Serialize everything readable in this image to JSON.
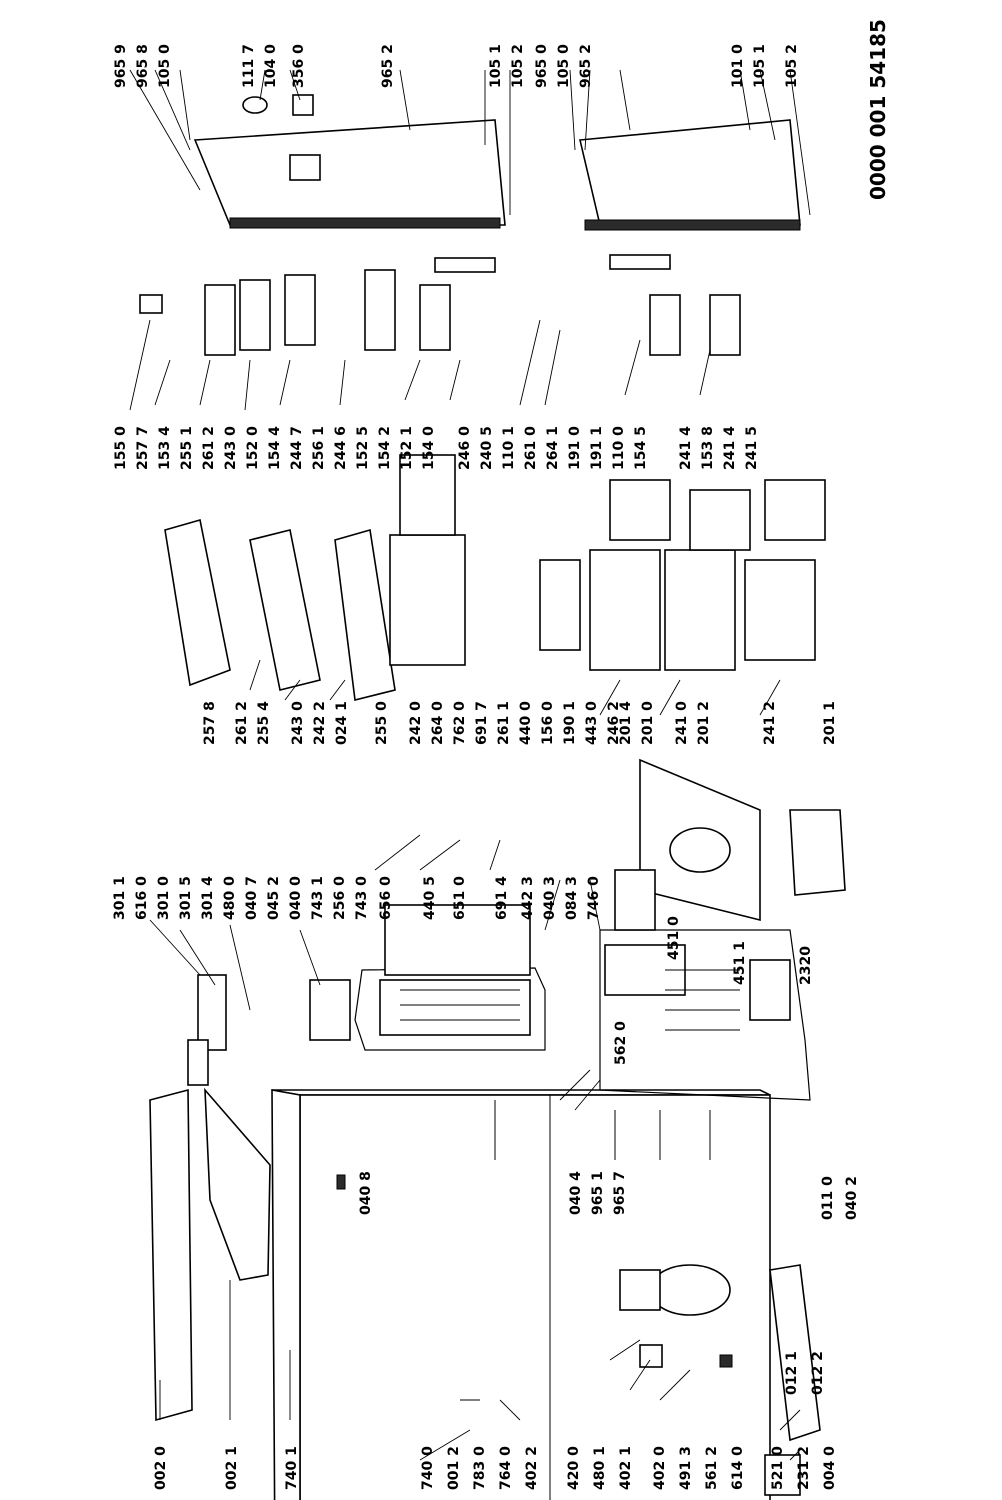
{
  "document_code": "0000 001 54185",
  "labels": {
    "l0020": "002 0",
    "l0021": "002 1",
    "l7401": "740 1",
    "l7400": "740 0",
    "l0012": "001 2",
    "l7830": "783 0",
    "l7640": "764 0",
    "l4022": "402 2",
    "l4200": "420 0",
    "l4801": "480 1",
    "l4021": "402 1",
    "l4020": "402 0",
    "l4913": "491 3",
    "l5612": "561 2",
    "l6140": "614 0",
    "l5210": "521 0",
    "l2312": "231 2",
    "l0040": "004 0",
    "l0121": "012 1",
    "l0122": "012 2",
    "l0404": "040 4",
    "l9651": "965 1",
    "l9657": "965 7",
    "l0408": "040 8",
    "l0110": "011 0",
    "l0402": "040 2",
    "l3011": "301 1",
    "l6160": "616 0",
    "l3010": "301 0",
    "l3015": "301 5",
    "l3014": "301 4",
    "l4800": "480 0",
    "l0407": "040 7",
    "l0452": "045 2",
    "l0400": "040 0",
    "l7431": "743 1",
    "l2560": "256 0",
    "l7430": "743 0",
    "l6560": "656 0",
    "l4405": "440 5",
    "l6510": "651 0",
    "l6914": "691 4",
    "l4423": "442 3",
    "l0403": "040 3",
    "l0843": "084 3",
    "l7460": "746 0",
    "l4510": "451 0",
    "l4511": "451 1",
    "l2320": "2320",
    "l5620": "562 0",
    "l2578": "257 8",
    "l2612": "261 2",
    "l2554": "255 4",
    "l2430": "243 0",
    "l2422": "242 2",
    "l0241": "024 1",
    "l2550": "255 0",
    "l2420": "242 0",
    "l2640": "264 0",
    "l7620": "762 0",
    "l6917": "691 7",
    "l2611": "261 1",
    "l4400": "440 0",
    "l1560": "156 0",
    "l1901": "190 1",
    "l4430": "443 0",
    "l2462": "246 2",
    "l2014": "201 4",
    "l2010": "201 0",
    "l2012": "201 2",
    "l2410": "241 0",
    "l2412": "241 2",
    "l2011": "201 1",
    "l1550": "155 0",
    "l2577": "257 7",
    "l1534": "153 4",
    "l2551": "255 1",
    "l2612b": "261 2",
    "l2430b": "243 0",
    "l1520": "152 0",
    "l1544": "154 4",
    "l2447": "244 7",
    "l2561": "256 1",
    "l2446": "244 6",
    "l1525": "152 5",
    "l1542": "154 2",
    "l1521": "152 1",
    "l1540": "154 0",
    "l2460": "246 0",
    "l2405": "240 5",
    "l1101": "110 1",
    "l2610": "261 0",
    "l2641": "264 1",
    "l1910": "191 0",
    "l1911": "191 1",
    "l1100": "110 0",
    "l1545": "154 5",
    "l2414": "241 4",
    "l1538": "153 8",
    "l2414b": "241 4",
    "l2415": "241 5",
    "l9659": "965 9",
    "l9658": "965 8",
    "l1050": "105 0",
    "l1117": "111 7",
    "l1040": "104 0",
    "l3560": "356 0",
    "l9652": "965 2",
    "l1051": "105 1",
    "l1052": "105 2",
    "l9650": "965 0",
    "l1050b": "105 0",
    "l9652b": "965 2",
    "l1010": "101 0",
    "l1051b": "105 1",
    "l1052b": "105 2"
  }
}
